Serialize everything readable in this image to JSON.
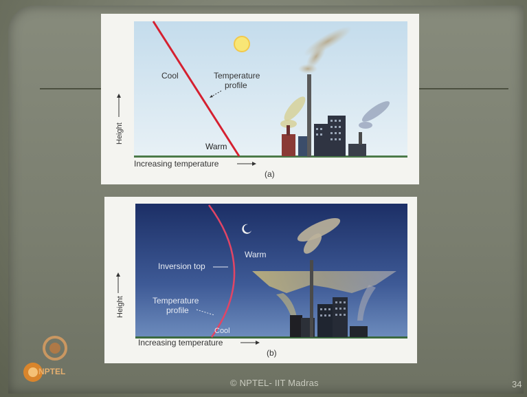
{
  "footer": "© NPTEL- IIT Madras",
  "page_number": "34",
  "logo_text": "NPTEL",
  "panel_a": {
    "label": "(a)",
    "cool": "Cool",
    "warm": "Warm",
    "temp_profile_line1": "Temperature",
    "temp_profile_line2": "profile",
    "height": "Height",
    "x_axis": "Increasing temperature"
  },
  "panel_b": {
    "label": "(b)",
    "warm": "Warm",
    "cool": "Cool",
    "inversion_top": "Inversion top",
    "temp_profile_line1": "Temperature",
    "temp_profile_line2": "profile",
    "height": "Height",
    "x_axis": "Increasing temperature"
  }
}
